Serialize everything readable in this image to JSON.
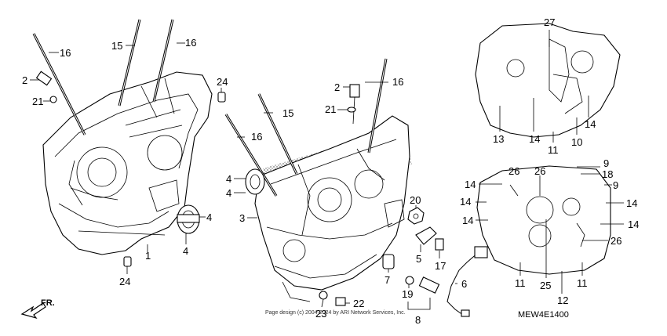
{
  "callouts": {
    "l16a": "16",
    "l2a": "2",
    "l21a": "21",
    "l15a": "15",
    "l16b": "16",
    "l24a": "24",
    "l4a": "4",
    "l4b": "4",
    "l1": "1",
    "l24b": "24",
    "c2": "2",
    "c16a": "16",
    "c21": "21",
    "c15": "15",
    "c16b": "16",
    "c4a": "4",
    "c4b": "4",
    "c3": "3",
    "c20": "20",
    "c5": "5",
    "c17": "17",
    "c7": "7",
    "c6": "6",
    "c19": "19",
    "c22": "22",
    "c23": "23",
    "c8": "8",
    "r27": "27",
    "r13": "13",
    "r14a": "14",
    "r11a": "11",
    "r10": "10",
    "r14b": "14",
    "r9a": "9",
    "r18": "18",
    "r9b": "9",
    "r26a": "26",
    "r26b": "26",
    "r14c": "14",
    "r14d": "14",
    "r14e": "14",
    "r14f": "14",
    "r14g": "14",
    "r26c": "26",
    "r11b": "11",
    "r25": "25",
    "r12": "12",
    "r11c": "11"
  },
  "direction_label": "FR.",
  "diagram_code": "MEW4E1400",
  "copyright": "Page design (c) 2004-2024 by ARI Network Services, Inc."
}
